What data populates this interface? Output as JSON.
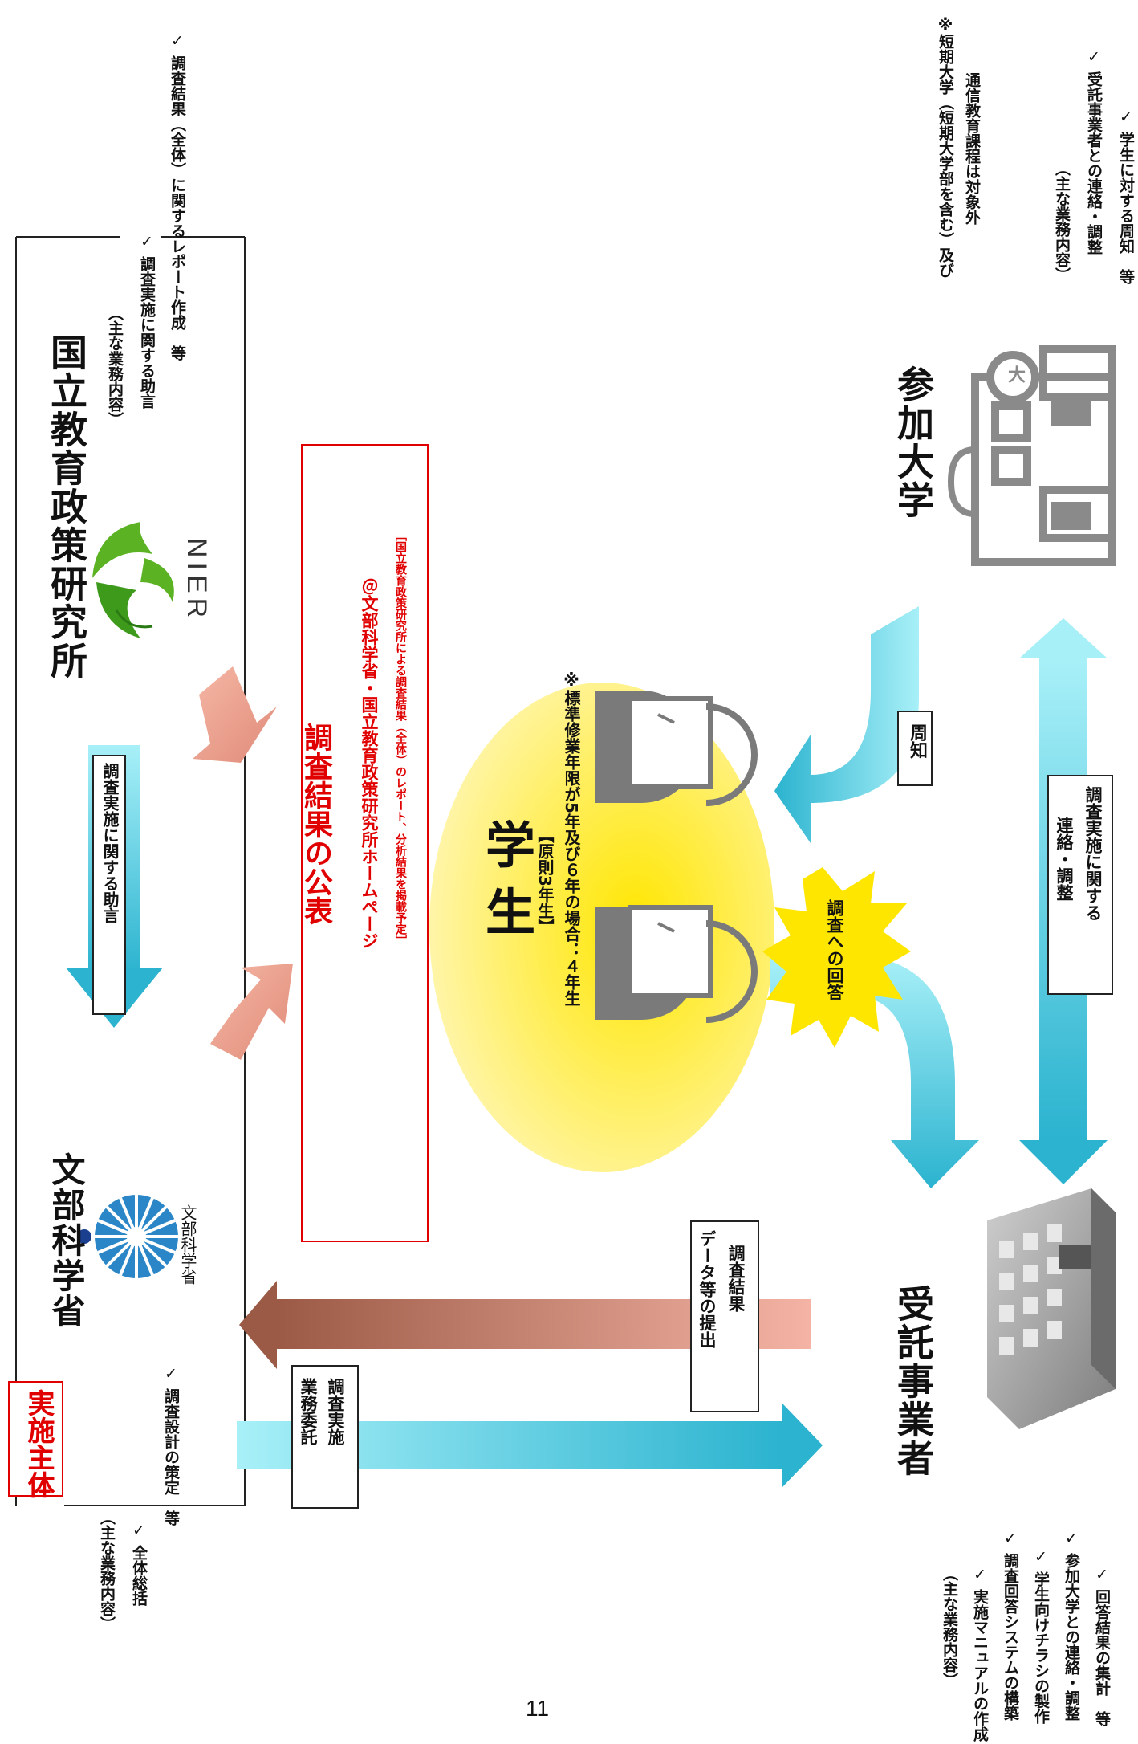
{
  "page": {
    "number": "11"
  },
  "implementing_body": {
    "badge": "実施主体",
    "duties_heading": "（主な業務内容）",
    "duties": [
      "全体総括",
      "調査設計の策定　等"
    ]
  },
  "mext": {
    "name": "文部科学省",
    "logo_caption": "文部科学省"
  },
  "nier": {
    "name": "国立教育政策研究所",
    "logo_text": "NIER",
    "duties_heading": "（主な業務内容）",
    "duties": [
      "調査実施に関する助言",
      "調査結果（全体）に関するレポート作成　等"
    ]
  },
  "university": {
    "name": "参加大学",
    "note_line1": "※短期大学（短期大学部を含む）及び",
    "note_line2": "通信教育課程は対象外",
    "duties_heading": "（主な業務内容）",
    "duties": [
      "受託事業者との連絡・調整",
      "学生に対する周知　等"
    ],
    "icon_badge": "大"
  },
  "contractor": {
    "name": "受託事業者",
    "duties_heading": "（主な業務内容）",
    "duties": [
      "実施マニュアルの作成",
      "調査回答システムの構築",
      "学生向けチラシの製作",
      "参加大学との連絡・調整",
      "回答結果の集計　等"
    ]
  },
  "students": {
    "title": "学 生",
    "subtitle": "【原則3年生】",
    "note": "※標準修業年限が5年及び６年の場合：４年生"
  },
  "publication": {
    "title": "調査結果の公表",
    "location": "＠文部科学省・国立教育政策研究所ホームページ",
    "note": "［国立教育政策研究所による調査結果（全体）のレポート、分析結果を掲載予定］"
  },
  "arrows": {
    "advice": "調査実施に関する助言",
    "commission_line1": "調査実施",
    "commission_line2": "業務委託",
    "submission_line1": "調査結果",
    "submission_line2": "データ等の提出",
    "notice": "周知",
    "response": "調査への回答",
    "coordination_line1": "調査実施に関する",
    "coordination_line2": "連絡・調整"
  },
  "colors": {
    "red": "#e00000",
    "cyan_light": "#a8f0f8",
    "cyan_dark": "#2bb3cf",
    "salmon": "#f4b3a4",
    "brown": "#9b5a45",
    "yellow": "#ffe600",
    "yellow_light": "#fff3a0",
    "gray": "#8a8a8a",
    "nier_green": "#5bb324",
    "mext_blue": "#2a86c7"
  },
  "check_mark": "✓"
}
